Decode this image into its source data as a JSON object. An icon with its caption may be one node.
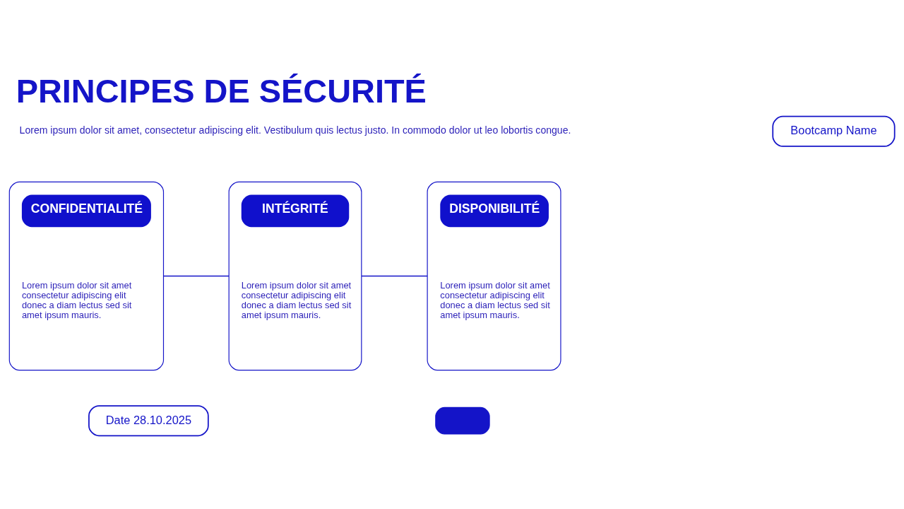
{
  "diagram": {
    "title": "PRINCIPES DE SÉCURITÉ",
    "nodes": [
      {
        "text": [
          "Bootcamp Name"
        ]
      },
      {
        "text": [
          "CONFIDENTIALITÉ",
          "Lorem ipsum dolor sit amet consectetur adipiscing elit donec a diam lectus sed sit amet ipsum mauris."
        ]
      },
      {
        "text": [
          "INTÉGRITÉ",
          "Lorem ipsum dolor sit amet consectetur adipiscing elit donec a diam lectus sed sit amet ipsum mauris."
        ]
      },
      {
        "text": [
          "DISPONIBILITÉ",
          "Lorem ipsum dolor sit amet consectetur adipiscing elit donec a diam lectus sed sit amet ipsum mauris."
        ]
      },
      {
        "text": [
          "Date 28.10.2025"
        ]
      },
      {
        "text": [],
        "shape": "box"
      }
    ],
    "edges": [
      {
        "from": 1,
        "to": 2,
        "arrow": "none"
      },
      {
        "from": 2,
        "to": 3,
        "arrow": "none"
      }
    ],
    "labels": [
      "Lorem ipsum dolor sit amet, consectetur adipiscing elit. Vestibulum quis lectus justo. In commodo dolor ut leo lobortis congue."
    ]
  }
}
